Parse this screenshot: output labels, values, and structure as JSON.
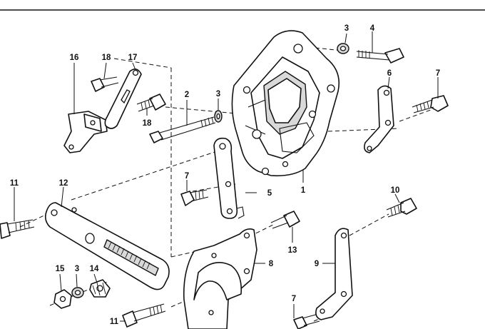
{
  "diagram": {
    "callouts": {
      "p1": "1",
      "p2": "2",
      "p3a": "3",
      "p3b": "3",
      "p3c": "3",
      "p4": "4",
      "p5": "5",
      "p6": "6",
      "p7a": "7",
      "p7b": "7",
      "p7c": "7",
      "p8": "8",
      "p9": "9",
      "p10": "10",
      "p11a": "11",
      "p11b": "11",
      "p12": "12",
      "p13": "13",
      "p14": "14",
      "p15": "15",
      "p16": "16",
      "p17": "17",
      "p18a": "18",
      "p18b": "18"
    }
  }
}
